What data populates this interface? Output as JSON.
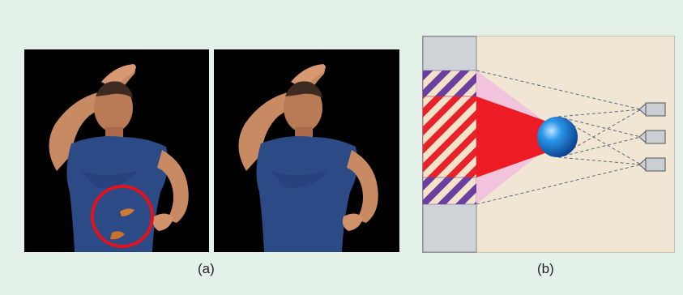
{
  "figure": {
    "background": "#e4f1e9",
    "panel_a": {
      "caption": "(a)",
      "left_image": {
        "subject": "person-with-raised-arm",
        "shirt_color": "#2c4a86",
        "artifact_highlight": "red-circle"
      },
      "right_image": {
        "subject": "person-with-raised-arm",
        "shirt_color": "#2c4a86"
      },
      "highlight_color": "#e3131b"
    },
    "panel_b": {
      "caption": "(b)",
      "colors": {
        "background": "#f1e6d4",
        "wall": "#cdd3d6",
        "stripe_red": "#e8222b",
        "stripe_purple": "#6a3fa0",
        "stripe_light": "#f3e3c8",
        "shadow_red": "#ed1c24",
        "shadow_pink": "#f2c3dc",
        "sphere": "#1b7fd6",
        "camera": "#c9cfd3"
      },
      "cameras": 3
    }
  }
}
